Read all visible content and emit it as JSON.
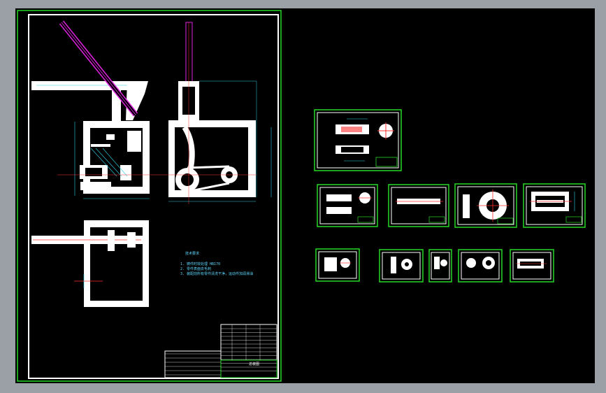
{
  "viewport": {
    "background": "#000000",
    "frame_color": "#9aa0a6"
  },
  "colors": {
    "border": "#26d826",
    "body": "#ffffff",
    "dimension": "#2ad0e8",
    "lever": "#e020e0",
    "centerline": "#ff3030",
    "note": "#5fd8ff",
    "title_block": "#26d826"
  },
  "main_sheet": {
    "technical_requirements": {
      "heading": "技术要求",
      "items": [
        "1. 铸件时效处理 HB170",
        "2. 零件表面去毛刺",
        "3. 装配前所有零件清洗干净，运动件加润滑油"
      ]
    },
    "title_block_name": "总装图"
  },
  "thumbnail_sheets": [
    {
      "name": "shaft-part-drawing"
    },
    {
      "name": "spool-part-drawing"
    },
    {
      "name": "rod-part-drawing"
    },
    {
      "name": "gear-disc-part-drawing"
    },
    {
      "name": "housing-part-drawing"
    },
    {
      "name": "small-part-a"
    },
    {
      "name": "small-part-b"
    },
    {
      "name": "small-part-c"
    },
    {
      "name": "small-part-d"
    },
    {
      "name": "small-part-e"
    }
  ]
}
